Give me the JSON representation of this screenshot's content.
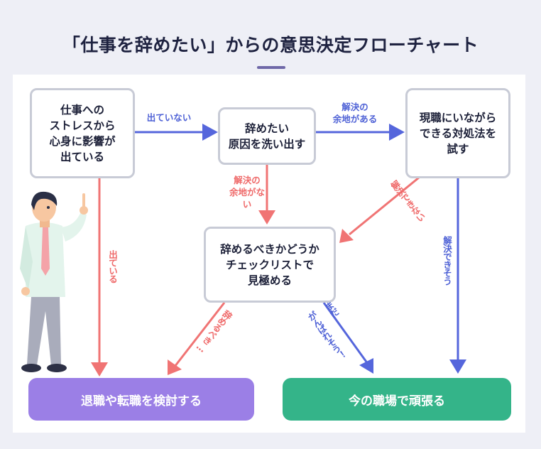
{
  "title": "「仕事を辞めたい」からの意思決定フローチャート",
  "nodes": {
    "stress": "仕事への\nストレスから\n心身に影響が\n出ている",
    "reasons": "辞めたい\n原因を洗い出す",
    "coping": "現職にいながら\nできる対処法を\n試す",
    "checklist": "辞めるべきかどうか\nチェックリストで\n見極める"
  },
  "outcomes": {
    "leave": "退職や転職を検討する",
    "stay": "今の職場で頑張る"
  },
  "edge_labels": {
    "not_affected": "出ていない",
    "affected": "出ている",
    "solvable": "解決の\n余地がある",
    "no_room": "解決の\n余地がない",
    "cannot_solve": "解決できない",
    "can_solve": "解決できそう",
    "should_quit": "辞めるべき…",
    "can_persist_1": "まだ",
    "can_persist_2": "がんばれそう！"
  },
  "colors": {
    "red_arrow": "#f07474",
    "blue_arrow": "#5566dc",
    "leave_button": "#9b7fe6",
    "stay_button": "#34b489",
    "box_border": "#c8cbd6"
  }
}
